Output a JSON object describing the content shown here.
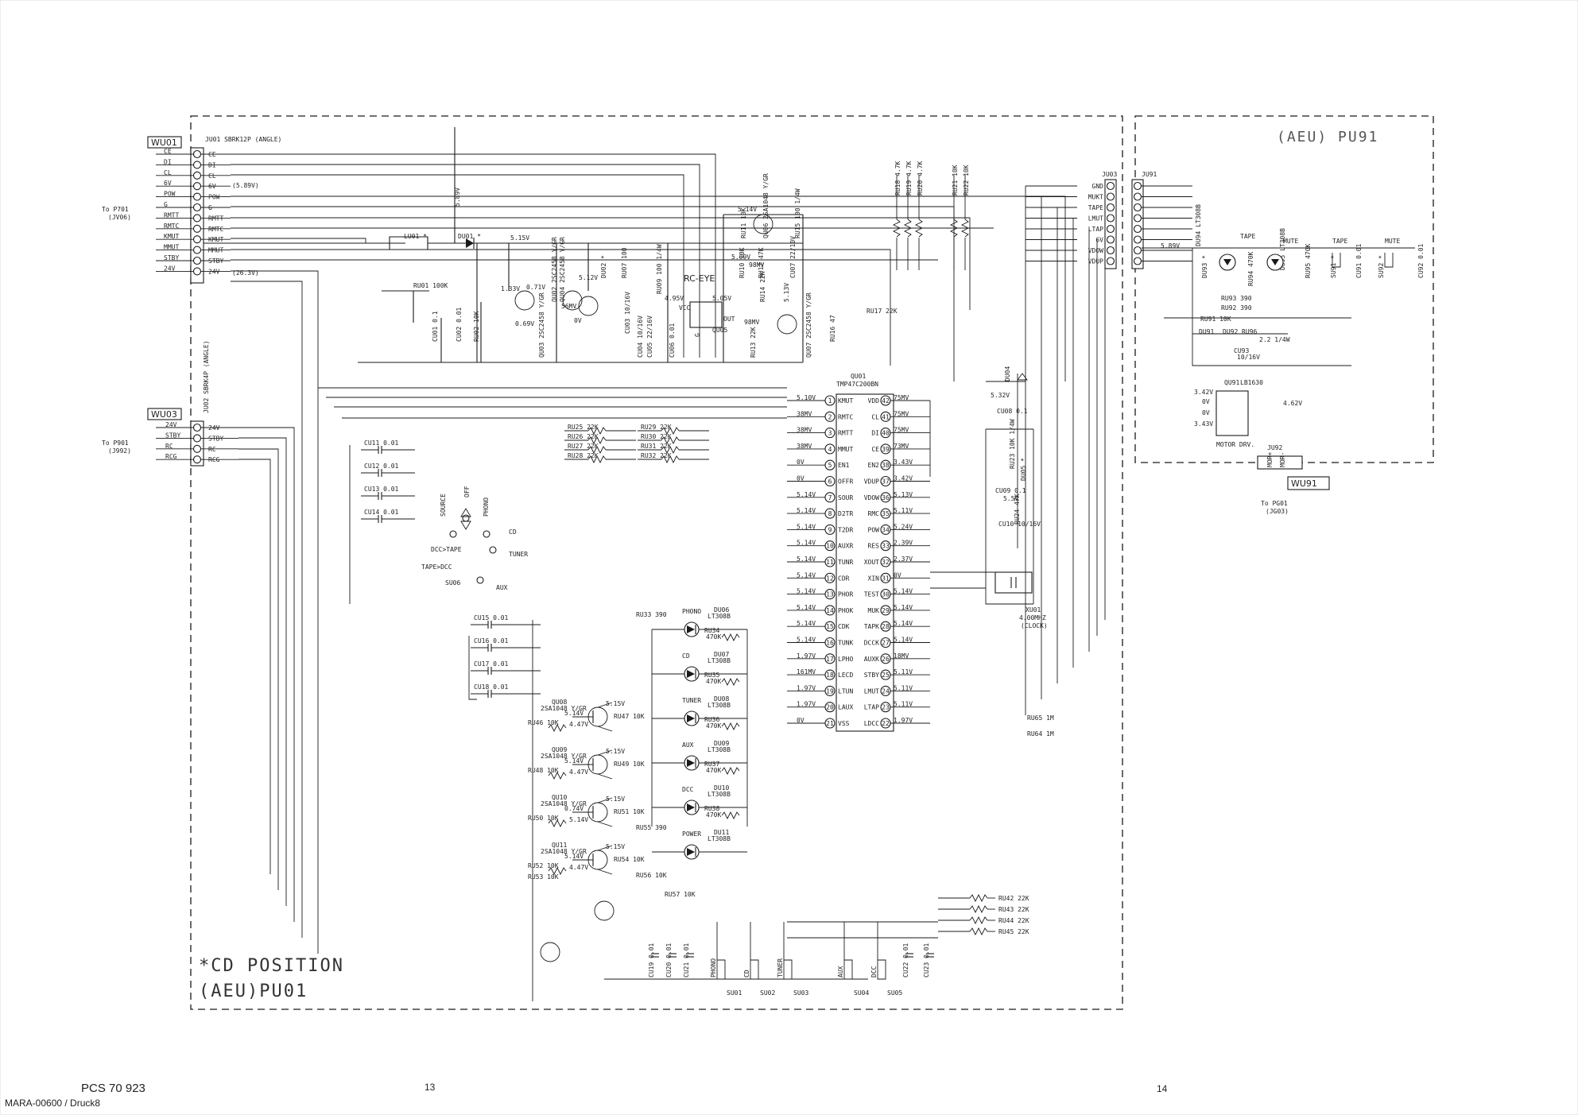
{
  "title_left": "*CD POSITION",
  "subtitle_left": "(AEU)PU01",
  "title_right": "(AEU) PU91",
  "footer": {
    "model": "PCS 70 923",
    "code": "MARA-00600 / Druck8",
    "page_left": "13",
    "page_right": "14"
  },
  "connectors": {
    "wu01": {
      "name": "WU01",
      "dest": "To P701",
      "dest_sub": "(JV06)",
      "header": "JU01 SBRK12P (ANGLE)",
      "pins": [
        "CE",
        "DI",
        "CL",
        "6V",
        "POW",
        "G",
        "RMTT",
        "RMTC",
        "KMUT",
        "MMUT",
        "STBY",
        "24V"
      ],
      "outer_pins": [
        "CE",
        "DI",
        "CL",
        "6V",
        "POW",
        "G",
        "RMTT",
        "RMTC",
        "KMUT",
        "MMUT",
        "STBY",
        "24V"
      ],
      "notes": [
        "(5.89V)",
        "(26.3V)"
      ]
    },
    "wu03": {
      "name": "WU03",
      "dest": "To P901",
      "dest_sub": "(J992)",
      "header": "JU02 SBRK4P (ANGLE)",
      "pins": [
        "24V",
        "STBY",
        "RC",
        "RCG"
      ],
      "outer_pins": [
        "24V",
        "STBY",
        "RC",
        "RCG"
      ]
    },
    "ju03": {
      "name": "JU03",
      "peer": "JU91",
      "pins": [
        "GND",
        "MUKT",
        "TAPE",
        "LMUT",
        "LTAP",
        "6V",
        "VDOW",
        "VDUP"
      ]
    },
    "wu91": {
      "name": "WU91",
      "dest": "To PG01",
      "dest_sub": "(JG03)",
      "header": "JU92",
      "pins": [
        "MOR+",
        "MOR-"
      ]
    }
  },
  "ic": {
    "name": "QU01",
    "part": "TMP47C200BN",
    "left_pins": [
      {
        "n": "1",
        "name": "KMUT",
        "v": "5.10V"
      },
      {
        "n": "2",
        "name": "RMTC",
        "v": "38MV"
      },
      {
        "n": "3",
        "name": "RMTT",
        "v": "38MV"
      },
      {
        "n": "4",
        "name": "MMUT",
        "v": "38MV"
      },
      {
        "n": "5",
        "name": "EN1",
        "v": "0V"
      },
      {
        "n": "6",
        "name": "OFFR",
        "v": "0V"
      },
      {
        "n": "7",
        "name": "SOUR",
        "v": "5.14V"
      },
      {
        "n": "8",
        "name": "D2TR",
        "v": "5.14V"
      },
      {
        "n": "9",
        "name": "T2DR",
        "v": "5.14V"
      },
      {
        "n": "10",
        "name": "AUXR",
        "v": "5.14V"
      },
      {
        "n": "11",
        "name": "TUNR",
        "v": "5.14V"
      },
      {
        "n": "12",
        "name": "CDR",
        "v": "5.14V"
      },
      {
        "n": "13",
        "name": "PHOR",
        "v": "5.14V"
      },
      {
        "n": "14",
        "name": "PHOK",
        "v": "5.14V"
      },
      {
        "n": "15",
        "name": "CDK",
        "v": "5.14V"
      },
      {
        "n": "16",
        "name": "TUNK",
        "v": "5.14V"
      },
      {
        "n": "17",
        "name": "LPHO",
        "v": "1.97V"
      },
      {
        "n": "18",
        "name": "LECD",
        "v": "161MV"
      },
      {
        "n": "19",
        "name": "LTUN",
        "v": "1.97V"
      },
      {
        "n": "20",
        "name": "LAUX",
        "v": "1.97V"
      },
      {
        "n": "21",
        "name": "VSS",
        "v": "0V"
      }
    ],
    "right_pins": [
      {
        "n": "42",
        "name": "VDD",
        "v": "75MV"
      },
      {
        "n": "41",
        "name": "CL",
        "v": "75MV"
      },
      {
        "n": "40",
        "name": "DI",
        "v": "75MV"
      },
      {
        "n": "39",
        "name": "CE",
        "v": "73MV"
      },
      {
        "n": "38",
        "name": "EN2",
        "v": "3.43V"
      },
      {
        "n": "37",
        "name": "VDUP",
        "v": "3.42V"
      },
      {
        "n": "36",
        "name": "VDOW",
        "v": "5.13V"
      },
      {
        "n": "35",
        "name": "RMC",
        "v": "5.11V"
      },
      {
        "n": "34",
        "name": "POW",
        "v": "5.24V"
      },
      {
        "n": "33",
        "name": "RES",
        "v": "2.39V"
      },
      {
        "n": "32",
        "name": "XOUT",
        "v": "2.37V"
      },
      {
        "n": "31",
        "name": "XIN",
        "v": "0V"
      },
      {
        "n": "30",
        "name": "TEST",
        "v": "5.14V"
      },
      {
        "n": "29",
        "name": "MUK",
        "v": "5.14V"
      },
      {
        "n": "28",
        "name": "TAPK",
        "v": "5.14V"
      },
      {
        "n": "27",
        "name": "DCCK",
        "v": "5.14V"
      },
      {
        "n": "26",
        "name": "AUXK",
        "v": "18MV"
      },
      {
        "n": "25",
        "name": "STBY",
        "v": "5.11V"
      },
      {
        "n": "24",
        "name": "LMUT",
        "v": "5.11V"
      },
      {
        "n": "23",
        "name": "LTAP",
        "v": "5.11V"
      },
      {
        "n": "22",
        "name": "LDCC",
        "v": "1.97V"
      }
    ],
    "supply": "5.32V"
  },
  "rc_eye": {
    "label": "RC-EYE",
    "pins": [
      "VCC",
      "OUT",
      "G"
    ],
    "v1": "4.95V",
    "v2": "5.05V",
    "ref": "QU05"
  },
  "crystal": {
    "ref": "XU01",
    "freq": "4.00MHZ",
    "note": "(CLOCK)"
  },
  "motor_ic": {
    "ref": "QU91",
    "part": "LB1630",
    "label": "MOTOR DRV.",
    "v": [
      "3.42V",
      "0V",
      "0V",
      "3.43V",
      "4.62V"
    ]
  },
  "selector": {
    "ref": "SU06",
    "labels": [
      "SOURCE",
      "OFF",
      "PHONO",
      "CD",
      "TUNER",
      "AUX",
      "DCC>TAPE",
      "TAPE>DCC"
    ]
  },
  "leds": [
    {
      "label": "PHONO",
      "ref": "DU06",
      "part": "LT308B",
      "r": "RU34",
      "rv": "470K"
    },
    {
      "label": "CD",
      "ref": "DU07",
      "part": "LT308B",
      "r": "RU35",
      "rv": "470K"
    },
    {
      "label": "TUNER",
      "ref": "DU08",
      "part": "LT308B",
      "r": "RU36",
      "rv": "470K"
    },
    {
      "label": "AUX",
      "ref": "DU09",
      "part": "LT308B",
      "r": "RU37",
      "rv": "470K"
    },
    {
      "label": "DCC",
      "ref": "DU10",
      "part": "LT308B",
      "r": "RU38",
      "rv": "470K"
    },
    {
      "label": "POWER",
      "ref": "DU11",
      "part": "LT308B",
      "r": "",
      "rv": ""
    }
  ],
  "transistors_left": [
    {
      "ref": "QU08",
      "part": "2SA1048 Y/GR",
      "ve": "5.15V",
      "vb": "5.14V",
      "vc": "4.47V",
      "rb": "RU46 10K",
      "rc": "RU47 10K"
    },
    {
      "ref": "QU09",
      "part": "2SA1048 Y/GR",
      "ve": "5.15V",
      "vb": "5.14V",
      "vc": "4.47V",
      "rb": "RU48 10K",
      "rc": "RU49 10K"
    },
    {
      "ref": "QU10",
      "part": "2SA1048 Y/GR",
      "ve": "5.15V",
      "vb": "0.74V",
      "vc": "5.14V",
      "rb": "RU50 10K",
      "rc": "RU51 10K"
    },
    {
      "ref": "QU11",
      "part": "2SA1048 Y/GR",
      "ve": "5.15V",
      "vb": "5.14V",
      "vc": "4.47V",
      "rb": "RU52 10K",
      "rc": "RU54 10K"
    }
  ],
  "coupling_caps": [
    "CU11 0.01",
    "CU12 0.01",
    "CU13 0.01",
    "CU14 0.01",
    "CU15 0.01",
    "CU16 0.01",
    "CU17 0.01",
    "CU18 0.01"
  ],
  "resistor_group": [
    "RU25 22K",
    "RU26 22K",
    "RU27 22K",
    "RU28 22K",
    "RU29 22K",
    "RU30 22K",
    "RU31 22K",
    "RU32 22K"
  ],
  "pullups_top": [
    "RU18 4.7K",
    "RU19 4.7K",
    "RU20 4.7K",
    "RU21 10K",
    "RU22 10K"
  ],
  "pullups_bottom": [
    "RU42 22K",
    "RU43 22K",
    "RU44 22K",
    "RU45 22K"
  ],
  "misc_res": [
    "RU65 1M",
    "RU64 1M",
    "RU17 22K",
    "RU33 390",
    "RU55 390",
    "RU56 10K",
    "RU57 10K",
    "RU53 10K",
    "RU01 100K"
  ],
  "switches_bottom": [
    {
      "ref": "SU01",
      "label": "PHONO"
    },
    {
      "ref": "SU02",
      "label": "CD"
    },
    {
      "ref": "SU03",
      "label": "TUNER"
    },
    {
      "ref": "SU04",
      "label": "AUX"
    },
    {
      "ref": "SU05",
      "label": "DCC"
    }
  ],
  "bottom_caps": [
    "CU19 0.01",
    "CU20 0.01",
    "CU21 0.01",
    "CU22 0.01",
    "CU23 0.01"
  ],
  "power_section": {
    "items": [
      "LU01 *",
      "DU01 *",
      "5.15V",
      "RU01 100K",
      "CU01 0.1",
      "CU02 0.01",
      "RU02 10K",
      "1.33V",
      "0.71V",
      "0.69V",
      "QU03 2SC2458 Y/GR",
      "QU02 2SC2458 Y/GR",
      "QU04 2SC2458 Y/GR",
      "DU02 *",
      "RU07 100",
      "CU03 10/16V",
      "RU09 100 1/4W",
      "56MV",
      "5.12V",
      "0V",
      "5.89V"
    ],
    "top_rail": "5.14V",
    "right": [
      "RU11 10K",
      "QU06 2SA1048 Y/GR",
      "RU15 100 1/4W",
      "5.09V",
      "RU10 10K",
      "98MV",
      "RU12 47K",
      "CU07 22/10V",
      "5.13V",
      "QU07 2SC2458 Y/GR",
      "98MV",
      "RU13 22K",
      "RU14 22K",
      "RU16 47"
    ],
    "caps": [
      "CU04 10/16V",
      "CU05 22/16V",
      "CU06 0.01"
    ]
  },
  "right_panel": {
    "items": [
      "DU93 *",
      "DU94 LT308B",
      "TAPE",
      "RU94 470K",
      "DU95 LT308B",
      "MUTE",
      "RU95 470K",
      "SU91 *",
      "TAPE",
      "CU91 0.01",
      "SU92 *",
      "MUTE",
      "CU92 0.01",
      "RU93 390",
      "RU92 390",
      "RU91 10K",
      "DU91",
      "DU92",
      "RU96",
      "2.2 1/4W",
      "CU93",
      "10/16V"
    ],
    "v": "5.89V"
  },
  "reset_caps": [
    "CU08 0.1",
    "RU23 10K 1/4W",
    "DU04",
    "DU05 *",
    "CU09 0.1",
    "5.5V",
    "CU10 10/16V",
    "RU24 47K"
  ]
}
